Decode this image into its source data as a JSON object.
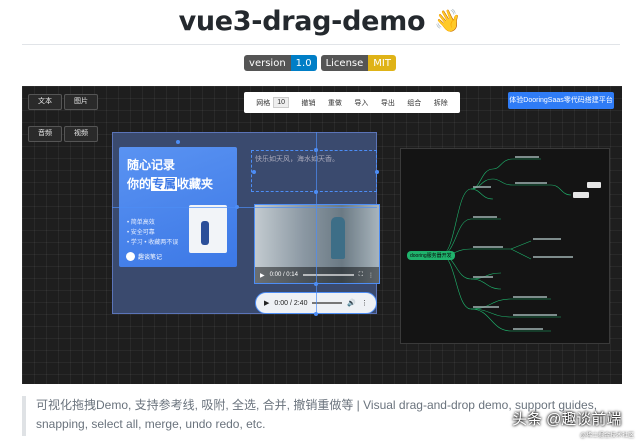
{
  "header": {
    "title": "vue3-drag-demo",
    "emoji": "👋"
  },
  "badges": [
    {
      "key": "version",
      "value": "1.0",
      "color": "#007ec6"
    },
    {
      "key": "License",
      "value": "MIT",
      "color": "#dfb317"
    }
  ],
  "palette": {
    "items": [
      "文本",
      "图片",
      "音频",
      "视频"
    ]
  },
  "toolbar": {
    "grid_label": "网格",
    "grid_value": "10",
    "items": [
      "撤销",
      "重做",
      "导入",
      "导出",
      "组合",
      "拆除"
    ]
  },
  "cta": {
    "label": "体验DooringSaas零代码搭建平台"
  },
  "card": {
    "line1": "随心记录",
    "line2_a": "你的",
    "line2_b": "专属",
    "line2_c": "收藏夹",
    "bullets": [
      "• 简单高效",
      "• 安全可靠",
      "• 学习 • 收藏两不误"
    ],
    "brand": "趣谈笔记"
  },
  "textbox": {
    "text": "快乐如天风，海水如天香。"
  },
  "video": {
    "time": "0:00 / 0:14"
  },
  "audio": {
    "time": "0:00 / 2:40"
  },
  "mindmap": {
    "center": "dooring服务器开发"
  },
  "description": "可视化拖拽Demo, 支持参考线, 吸附, 全选, 合并, 撤销重做等 | Visual drag-and-drop demo, support guides, snapping, select all, merge, undo redo, etc.",
  "watermark": {
    "main": "头条 @趣谈前端",
    "sub": "@稀土掘金技术社区"
  },
  "colors": {
    "accent": "#2f7cf6",
    "selection": "#4d8df5",
    "mind_center": "#1fb36c"
  }
}
